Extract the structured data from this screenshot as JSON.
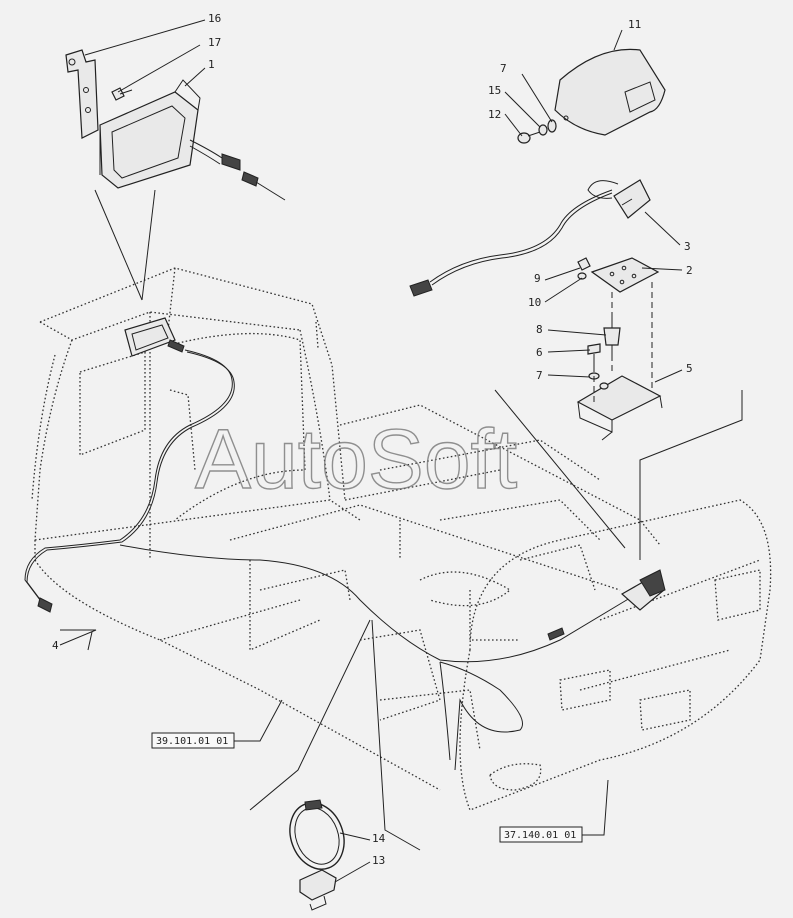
{
  "watermark": "AutoSoft",
  "callouts": [
    {
      "id": "16",
      "label": "16"
    },
    {
      "id": "17",
      "label": "17"
    },
    {
      "id": "1",
      "label": "1"
    },
    {
      "id": "11",
      "label": "11"
    },
    {
      "id": "7a",
      "label": "7"
    },
    {
      "id": "15",
      "label": "15"
    },
    {
      "id": "12",
      "label": "12"
    },
    {
      "id": "3",
      "label": "3"
    },
    {
      "id": "2",
      "label": "2"
    },
    {
      "id": "9",
      "label": "9"
    },
    {
      "id": "10",
      "label": "10"
    },
    {
      "id": "8",
      "label": "8"
    },
    {
      "id": "6",
      "label": "6"
    },
    {
      "id": "7b",
      "label": "7"
    },
    {
      "id": "5",
      "label": "5"
    },
    {
      "id": "4",
      "label": "4"
    },
    {
      "id": "14",
      "label": "14"
    },
    {
      "id": "13",
      "label": "13"
    }
  ],
  "references": [
    {
      "id": "ref-a",
      "label": "39.101.01 01"
    },
    {
      "id": "ref-b",
      "label": "37.140.01 01"
    }
  ]
}
